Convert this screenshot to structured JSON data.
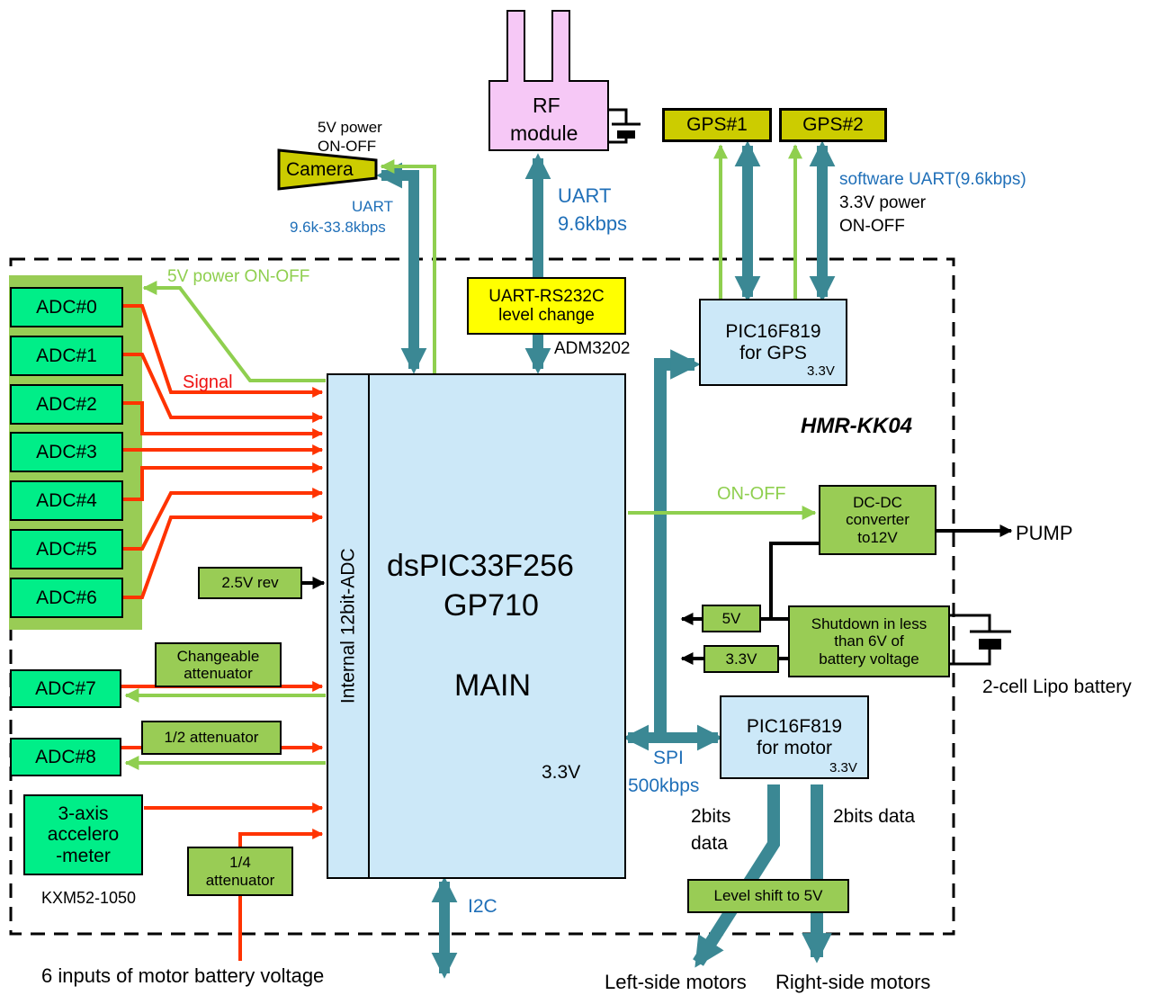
{
  "colors": {
    "bus": "#3b8894",
    "power": "#8fcf4f",
    "signal": "#ff3300",
    "black": "#000000",
    "blue_text": "#1f6fb8",
    "adc_fill": "#00ee88",
    "green_fill": "#99cc55",
    "gps_fill": "#cccc00",
    "rf_fill": "#f6c8f6",
    "pic_fill": "#cce8f8",
    "yellow_fill": "#ffff00"
  },
  "board": {
    "name": "HMR-KK04"
  },
  "main": {
    "line1": "dsPIC33F256",
    "line2": "GP710",
    "line3": "MAIN",
    "voltage": "3.3V",
    "adc_label": "Internal 12bit-ADC"
  },
  "adcs": [
    "ADC#0",
    "ADC#1",
    "ADC#2",
    "ADC#3",
    "ADC#4",
    "ADC#5",
    "ADC#6"
  ],
  "adc7": "ADC#7",
  "adc8": "ADC#8",
  "signal_label": "Signal",
  "adc_power_label": "5V power ON-OFF",
  "ref": {
    "label": "2.5V rev"
  },
  "changeable": {
    "line1": "Changeable",
    "line2": "attenuator"
  },
  "half": {
    "label": "1/2 attenuator"
  },
  "quarter": {
    "line1": "1/4",
    "line2": "attenuator"
  },
  "accel": {
    "line1": "3-axis",
    "line2": "accelero",
    "line3": "-meter",
    "part": "KXM52-1050"
  },
  "motor_batt_label": "6 inputs of motor battery voltage",
  "camera": {
    "label": "Camera",
    "power1": "5V power",
    "power2": "ON-OFF",
    "uart1": "UART",
    "uart2": "9.6k-33.8kbps"
  },
  "rf": {
    "line1": "RF",
    "line2": "module",
    "uart1": "UART",
    "uart2": "9.6kbps"
  },
  "level_change": {
    "line1": "UART-RS232C",
    "line2": "level change",
    "part": "ADM3202"
  },
  "gps1": "GPS#1",
  "gps2": "GPS#2",
  "gps_note": {
    "line1": "software UART(9.6kbps)",
    "line2": "3.3V power",
    "line3": "ON-OFF"
  },
  "pic_gps": {
    "line1": "PIC16F819",
    "line2": "for GPS",
    "voltage": "3.3V"
  },
  "onoff_label": "ON-OFF",
  "dcdc": {
    "line1": "DC-DC",
    "line2": "converter",
    "line3": "to12V",
    "out": "PUMP"
  },
  "shutdown": {
    "line1": "Shutdown in less",
    "line2": "than 6V of",
    "line3": "battery voltage"
  },
  "v5": "5V",
  "v33": "3.3V",
  "battery_label": "2-cell Lipo battery",
  "pic_motor": {
    "line1": "PIC16F819",
    "line2": "for motor",
    "voltage": "3.3V"
  },
  "spi": {
    "line1": "SPI",
    "line2": "500kbps"
  },
  "i2c": "I2C",
  "left_data": {
    "line1": "2bits",
    "line2": "data"
  },
  "right_data": "2bits data",
  "level_shift": "Level shift to 5V",
  "left_motors": "Left-side motors",
  "right_motors": "Right-side motors"
}
